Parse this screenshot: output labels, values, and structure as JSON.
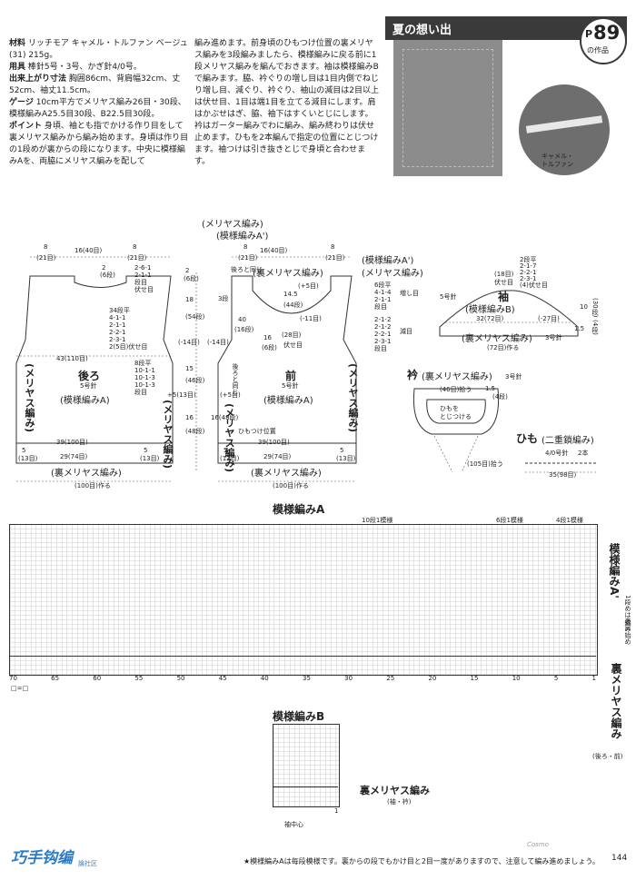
{
  "header": {
    "title": "夏の想い出",
    "page_prefix": "P",
    "page_number": "89",
    "page_suffix": "の作品"
  },
  "instructions": {
    "materials_label": "材料",
    "materials": "リッチモア キャメル・トルファン ベージュ (31) 215g。",
    "tools_label": "用具",
    "tools": "棒針5号・3号、かぎ針4/0号。",
    "size_label": "出来上がり寸法",
    "size": "胸囲86cm、背肩幅32cm、丈52cm、袖丈11.5cm。",
    "gauge_label": "ゲージ",
    "gauge": "10cm平方でメリヤス編み26目・30段、模様編みA25.5目30段、B22.5目30段。",
    "point_label": "ポイント",
    "point": "身頃、袖とも指でかける作り目をして裏メリヤス編みから編み始めます。身頃は作り目の1段めが裏からの段になります。中央に模様編みAを、両脇にメリヤス編みを配して",
    "col2": "編み進めます。前身頃のひもつけ位置の裏メリヤス編みを3段編みましたら、模様編みに戻る前に1段メリヤス編みを編んでおきます。袖は模様編みBで編みます。脇、衿ぐりの増し目は1目内側でねじり増し目、減ぐり、衿ぐり、袖山の減目は2目以上は伏せ目、1目は端1目を立てる減目にします。肩はかぶせはぎ、脇、袖下はすくいとじにします。衿はガーター編みでわに編み、編み終わりは伏せ止めます。ひもを2本編んで指定の位置にとじつけます。袖つけは引き抜きとじで身頃と合わせます。"
  },
  "yarn_caption": "キャメル・\nトルファン",
  "back": {
    "title": "後ろ",
    "needle": "5号針",
    "pattern": "(模様編みA)",
    "side_left": "(メリヤス編み)",
    "side_right": "(メリヤス編み)",
    "top_left": "8",
    "top_left_st": "(21目)",
    "top_mid": "16(40目)",
    "top_right": "8",
    "top_right_st": "(21目)",
    "width": "43(110目)",
    "hem_width": "39(100目)",
    "hem_width2": "29(74目)",
    "hem_band": "(裏メリヤス編み)",
    "cast_on": "(100目)作る",
    "len1": "18",
    "len1b": "(54段)",
    "len2": "15",
    "len2b": "(46段)",
    "len3": "16",
    "len3b": "(48段)",
    "side_inc": "+5(13目)",
    "left_dec": "(-14目)",
    "dec_steps": "2-6-1\n2-1-1\n段目\n伏せ目",
    "neck_steps": "34段平\n4-1-1\n2-1-1\n2-2-1\n2-3-1\n2(5目)伏せ目",
    "side_steps": "8段平\n10-1-1\n10-1-3\n10-1-3\n段目",
    "hem_l": "5",
    "hem_l_st": "(13目)",
    "hem_r": "5",
    "hem_r_st": "(13目)",
    "shoulder_note": "3段",
    "armhole_h": "2",
    "armhole_h_st": "(6段)",
    "small_a": "2",
    "small_b": "(6段)"
  },
  "front": {
    "title": "前",
    "needle": "5号針",
    "pattern": "(模様編みA)",
    "yoke_label": "(裏メリヤス編み)",
    "top_label": "(メリヤス編み)",
    "top_label2": "(模様編みA')",
    "side_left": "(メリヤス編み)",
    "side_right": "(メリヤス編み)",
    "label_patternA": "(模様編みA')",
    "label_mer": "(メリヤス編み)",
    "top_left": "8",
    "top_left_st": "(21目)",
    "top_mid": "16(40目)",
    "top_right": "8",
    "top_right_st": "(21目)",
    "note_back_same": "後ろと同じ",
    "neck_depth": "14.5",
    "neck_depth2": "(44段)",
    "neck_plus": "(+5目)",
    "neck_minus": "(-11目)",
    "neck_w": "(28目)",
    "neck_w2": "伏せ目",
    "neck_steps": "6段平\n4-1-4\n2-1-1\n段目",
    "neck_steps2": "2-1-2\n2-1-2\n2-2-1\n2-3-1\n段目",
    "inc_label": "増し目",
    "dec_label": "減目",
    "cord_pos": "ひもつけ位置",
    "hem_width": "39(100目)",
    "hem_width2": "29(74目)",
    "hem_band": "(裏メリヤス編み)",
    "cast_on": "(100目)作る",
    "len_l": "40",
    "len_l2": "(16段)",
    "len_l3": "16",
    "len_l4": "(6段)",
    "back_same": "後ろと同じ",
    "hem_l": "5",
    "hem_l_st": "(13目)",
    "hem_r": "5",
    "hem_r_st": "(13目)",
    "shoulder": "3段",
    "mid_a": "16(48段)",
    "side_plus": "(+5目)",
    "side_minus": "(-14目)"
  },
  "sleeve": {
    "title": "袖",
    "pattern": "(模様編みB)",
    "needle": "5号針",
    "needle2": "3号針",
    "top": "(18目)",
    "top2": "伏せ目",
    "width": "32(72目)",
    "minus": "(-27目)",
    "band": "(裏メリヤス編み)",
    "cast": "(72目)作る",
    "h1": "10",
    "h1b": "(30段)",
    "h2": "1.5",
    "h2b": "(4段)",
    "steps": "2段平\n2-1-7\n2-2-1\n2-3-1\n(4)伏せ目"
  },
  "collar": {
    "title": "衿",
    "band": "(裏メリヤス編み)",
    "needle": "3号針",
    "stitches": "(46目)拾う",
    "h": "1.5",
    "h2": "(4段)",
    "cord_note": "ひもを\nとじつける",
    "picked": "(105目)拾う"
  },
  "cord": {
    "title": "ひも",
    "type": "(二重鎖編み)",
    "hook": "4/0号針",
    "count": "2本",
    "length": "35(98目)"
  },
  "chart_a": {
    "title": "模様編みA",
    "rep1": "10段1模様",
    "rep2": "6段1模様",
    "rep3": "4段1模様",
    "side_title": "模様編みA'",
    "side_note": "編み始め",
    "side_note2": "1段めは表目",
    "bottom_title": "裏メリヤス編み",
    "bottom_note": "(後ろ・前)",
    "legend": "□=□",
    "col_numbers": [
      "70",
      "65",
      "60",
      "55",
      "50",
      "45",
      "40",
      "35",
      "30",
      "25",
      "20",
      "15",
      "10",
      "5",
      "1"
    ]
  },
  "chart_b": {
    "title": "模様編みB",
    "bottom_title": "裏メリヤス編み",
    "bottom_note": "(袖・衿)",
    "center": "袖中心",
    "cols": "1"
  },
  "footer": {
    "note": "★模様編みAは毎段模様です。裏からの段でもかけ目と2目一度がありますので、注意して編み進めましょう。",
    "page": "144",
    "logo": "巧手钩编",
    "logo_sub": "論社区",
    "watermark": "Cosmo"
  }
}
